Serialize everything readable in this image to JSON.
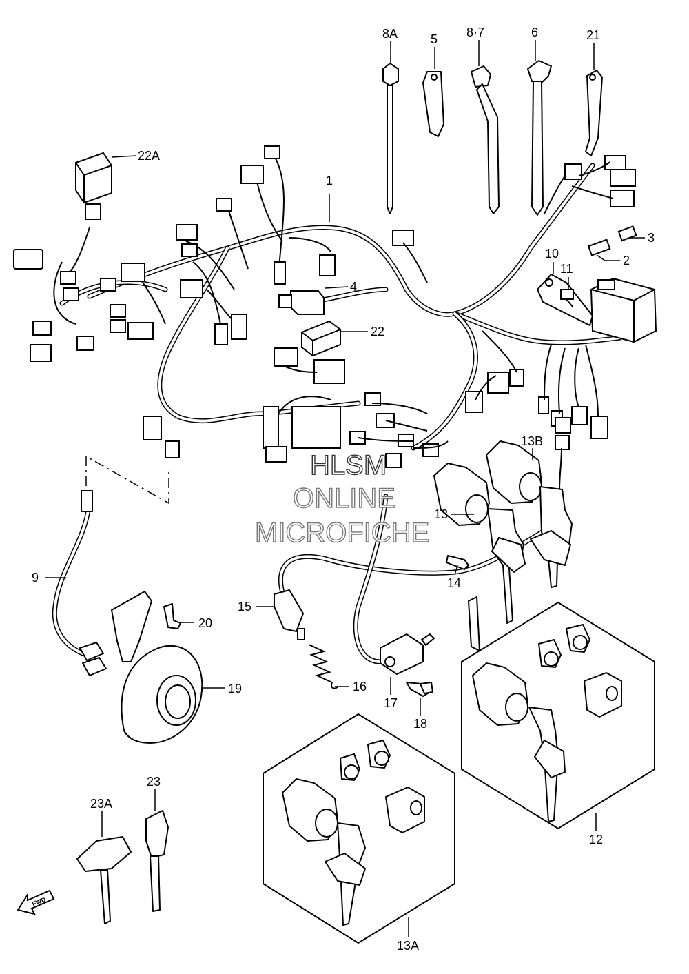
{
  "callouts": [
    "1",
    "2",
    "3",
    "4",
    "5",
    "6",
    "8·7",
    "8A",
    "9",
    "10",
    "11",
    "12",
    "13",
    "13A",
    "13B",
    "14",
    "15",
    "16",
    "17",
    "18",
    "19",
    "20",
    "21",
    "22",
    "22A",
    "23",
    "23A"
  ],
  "watermark": {
    "line1": "HLSM",
    "line2": "ONLINE",
    "line3": "MICROFICHE"
  },
  "fwd_label": "FWD"
}
